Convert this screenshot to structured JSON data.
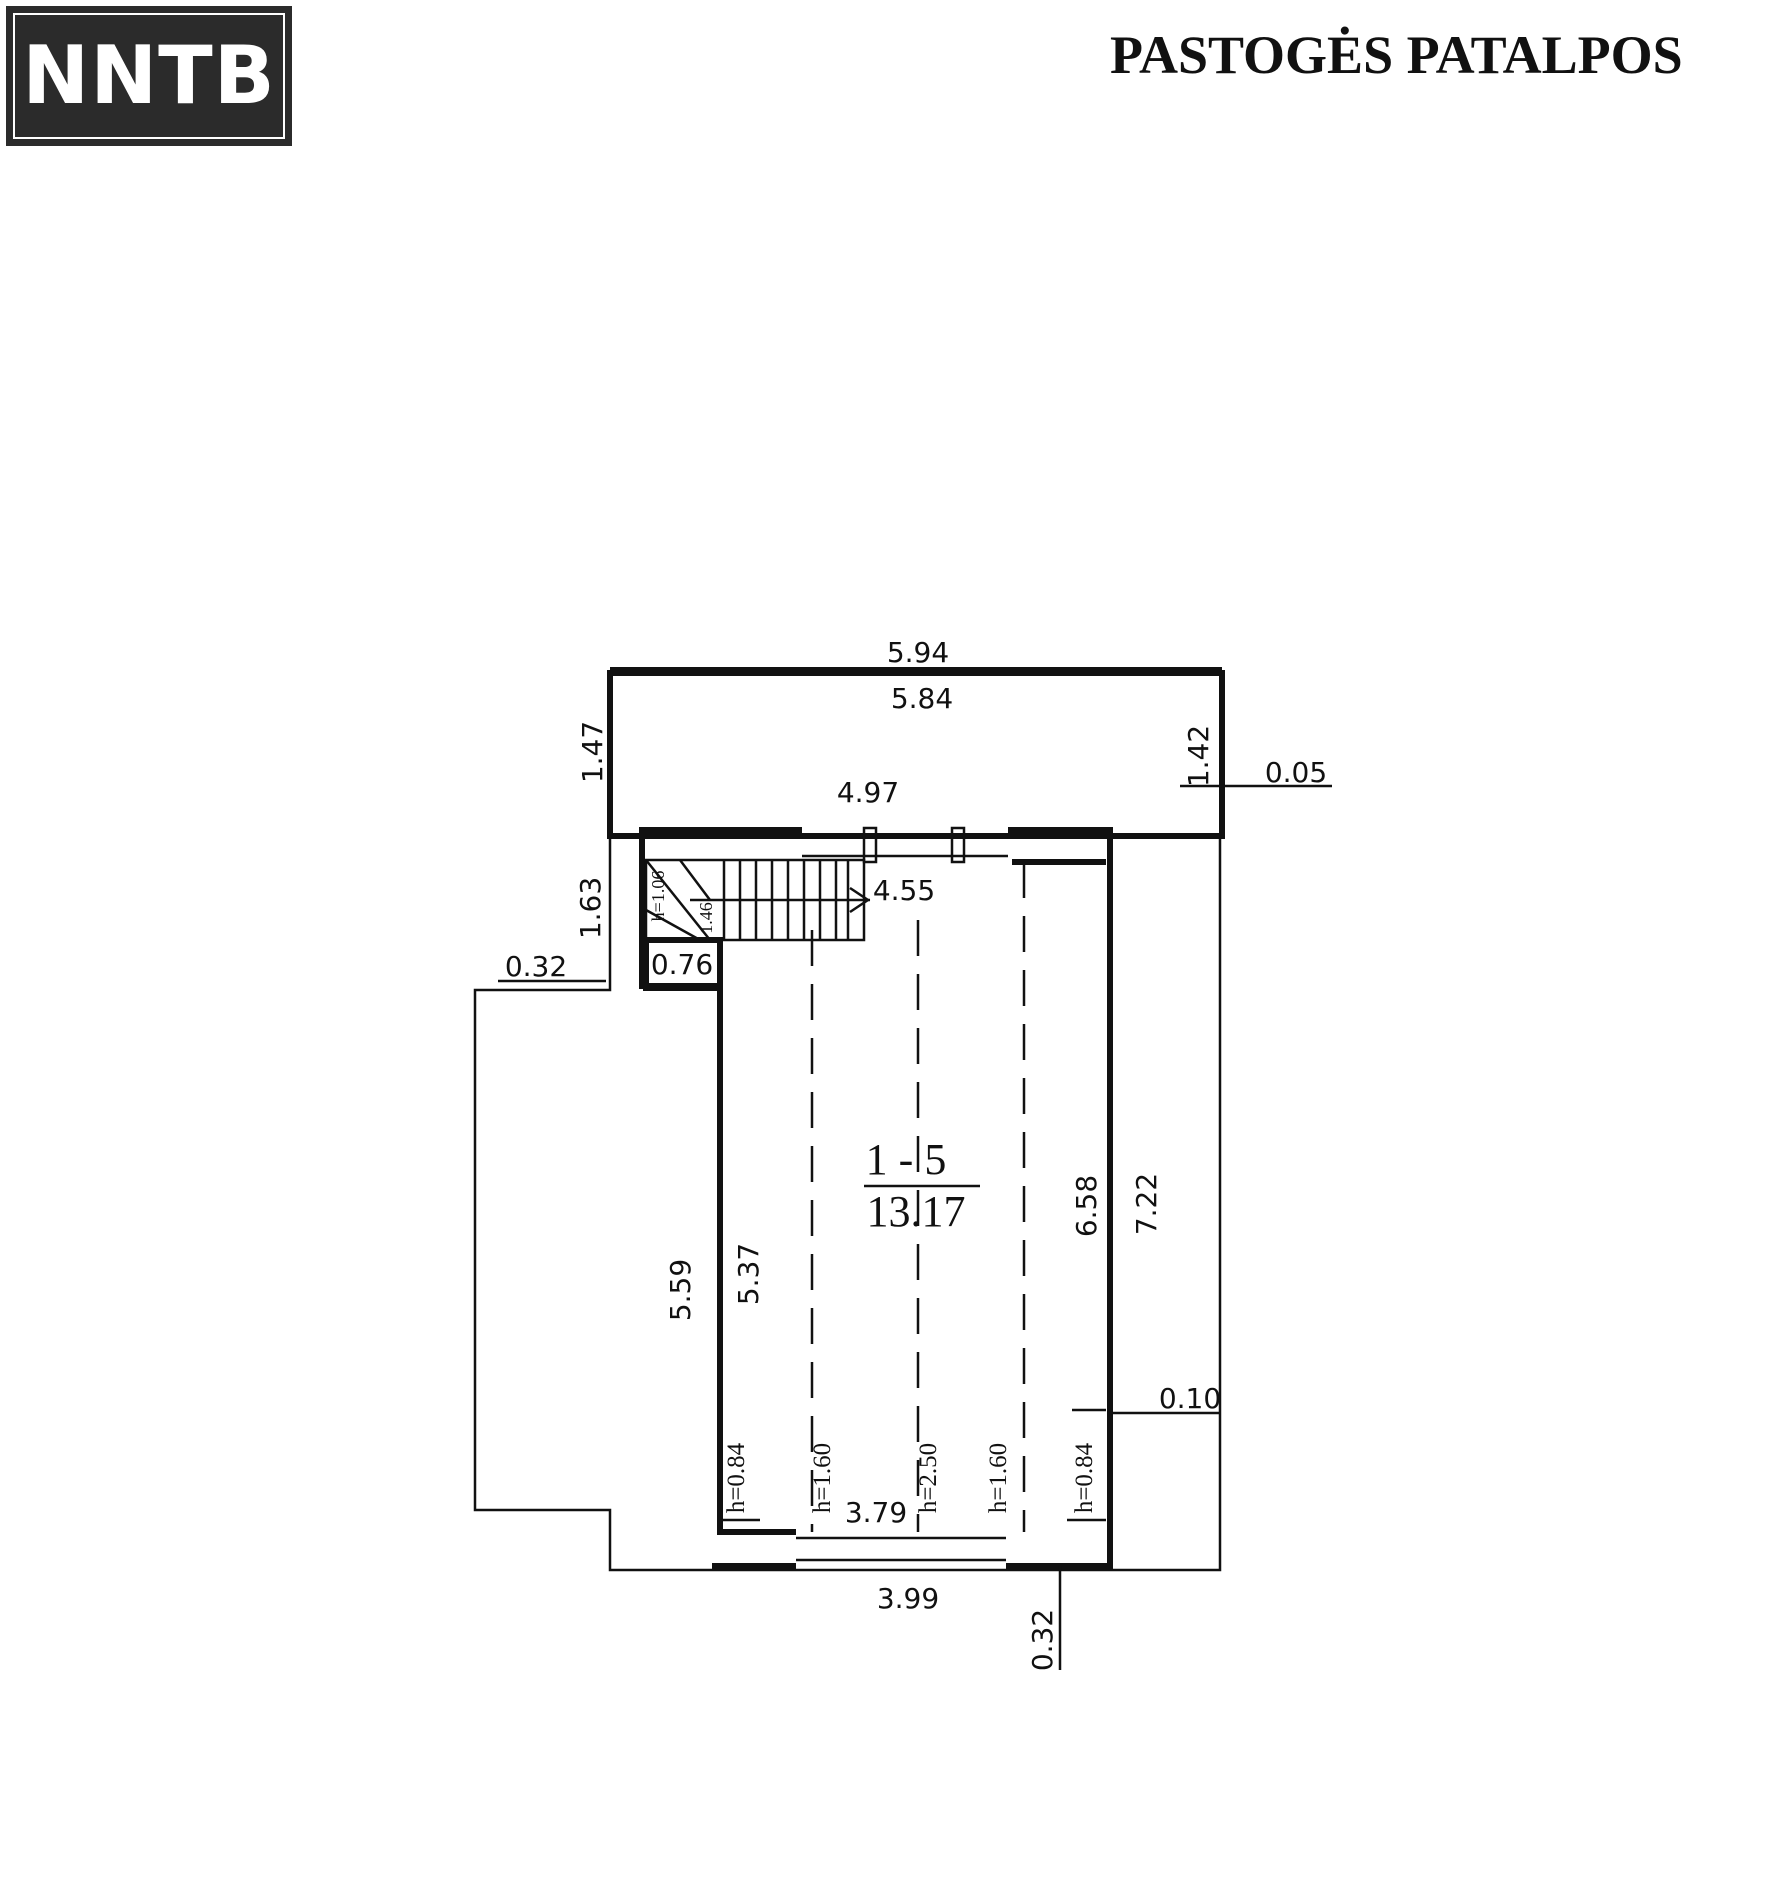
{
  "logo": {
    "text": "NNTB"
  },
  "title": "PASTOGĖS PATALPOS",
  "room": {
    "number": "1 - 5",
    "area": "13.17"
  },
  "dimensions": {
    "top_outer": "5.94",
    "top_inner": "5.84",
    "left_top_height": "1.47",
    "right_top_inner": "1.42",
    "right_top_offset": "0.05",
    "opening_top": "4.97",
    "stair_width": "4.55",
    "left_mid": "1.63",
    "left_offset": "0.32",
    "stair_bottom": "0.76",
    "stair_h": "h=1.06",
    "stair_small": "1.46",
    "left_outer": "5.59",
    "left_inner": "5.37",
    "right_inner": "6.58",
    "right_outer": "7.22",
    "right_offset": "0.10",
    "bottom_inner": "3.79",
    "bottom_outer": "3.99",
    "bottom_offset": "0.32"
  },
  "heights": [
    "h=0.84",
    "h=1.60",
    "h=2.50",
    "h=1.60",
    "h=0.84"
  ]
}
